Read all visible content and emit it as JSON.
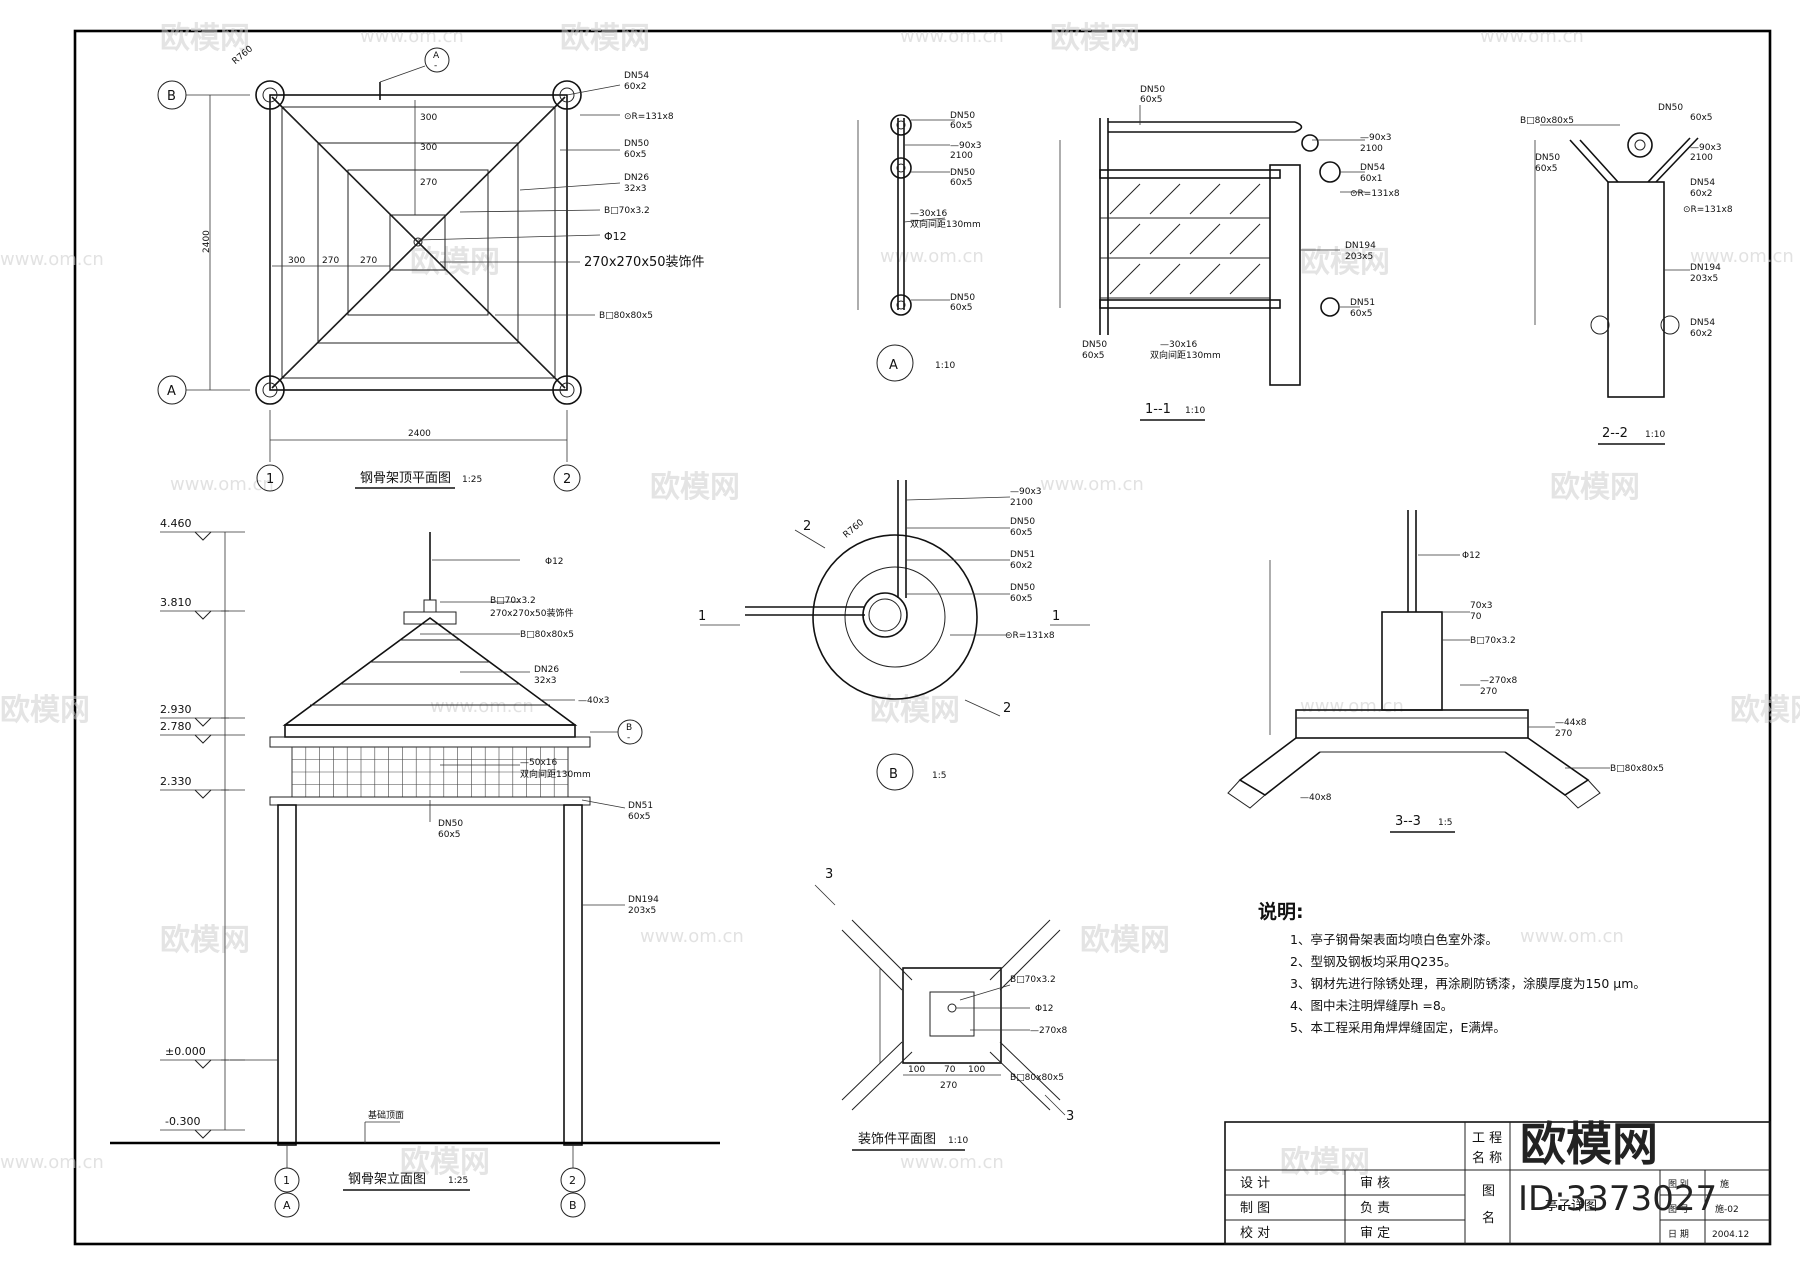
{
  "watermark": {
    "brand": "欧模网",
    "url": "www.om.cn"
  },
  "plan": {
    "title": "钢骨架顶平面图",
    "scale": "1:25",
    "axis_B": "B",
    "axis_A": "A",
    "axis_1": "1",
    "axis_2": "2",
    "label_phi": "Φ12",
    "label_ornament": "270x270x50装饰件",
    "label_r": "R760",
    "callouts": [
      "DN54\n60x2",
      "⊙R=131x8",
      "DN50\n60x5",
      "DN26\n32x3",
      "B□70x3.2",
      "B□80x80x5"
    ],
    "dims": [
      "300",
      "300",
      "270",
      "270",
      "270",
      "300",
      "2400",
      "2400"
    ]
  },
  "elevation": {
    "title": "钢骨架立面图",
    "scale": "1:25",
    "levels": [
      "4.460",
      "3.810",
      "2.930",
      "2.780",
      "2.330",
      "±0.000",
      "-0.300"
    ],
    "callouts": [
      "Φ12",
      "B□70x3.2",
      "270x270x50装饰件",
      "B□80x80x5",
      "DN26\n32x3",
      "—40x3",
      "—50x16",
      "双向间距130mm",
      "DN51\n60x5",
      "DN50\n60x5",
      "DN194\n203x5"
    ],
    "ground": "基础顶面",
    "axes": [
      "1",
      "A",
      "2",
      "B"
    ]
  },
  "detailA": {
    "label": "A",
    "scale": "1:10",
    "callouts": [
      "DN50\n60x5",
      "—90x3\n2100",
      "DN50\n60x5",
      "—30x16\n双向间距130mm",
      "DN50\n60x5"
    ]
  },
  "section11": {
    "label": "1--1",
    "scale": "1:10",
    "callouts": [
      "DN50\n60x5",
      "—90x3\n2100",
      "DN54\n60x1",
      "⊙R=131x8",
      "DN194\n203x5",
      "DN51\n60x5",
      "DN50\n60x5",
      "—30x16\n双向间距130mm"
    ]
  },
  "section22": {
    "label": "2--2",
    "scale": "1:10",
    "callouts": [
      "B□80x80x5",
      "DN50\n60x5",
      "DN50\n60x5",
      "—90x3\n2100",
      "DN54\n60x2",
      "⊙R=131x8",
      "DN194\n203x5",
      "DN54\n60x2"
    ]
  },
  "detailB": {
    "label": "B",
    "scale": "1:5",
    "callouts": [
      "—90x3\n2100",
      "DN50\n60x5",
      "DN51\n60x2",
      "DN50\n60x5",
      "⊙R=131x8"
    ],
    "marks": [
      "1",
      "1",
      "2",
      "2"
    ],
    "radius": "R760"
  },
  "section33": {
    "label": "3--3",
    "scale": "1:5",
    "callouts": [
      "Φ12",
      "70x3\n70",
      "B□70x3.2",
      "—270x8\n270",
      "—44x8\n270",
      "B□80x80x5",
      "—40x8"
    ]
  },
  "ornamentPlan": {
    "title": "装饰件平面图",
    "scale": "1:10",
    "callouts": [
      "B□70x3.2",
      "Φ12",
      "—270x8",
      "B□80x80x5"
    ],
    "dims": [
      "100",
      "70",
      "100",
      "270"
    ],
    "marks": [
      "3",
      "3"
    ]
  },
  "notes": {
    "heading": "说明:",
    "items": [
      "1、亭子钢骨架表面均喷白色室外漆。",
      "2、型钢及钢板均采用Q235。",
      "3、钢材先进行除锈处理，再涂刷防锈漆，涂膜厚度为150 μm。",
      "4、图中未注明焊缝厚h =8。",
      "5、本工程采用角焊焊缝固定，E满焊。"
    ]
  },
  "titleblock": {
    "project_lbl1": "工 程",
    "project_lbl2": "名 称",
    "row1": [
      "设 计",
      "审 核"
    ],
    "row2": [
      "制 图",
      "负 责"
    ],
    "row3": [
      "校 对",
      "审 定"
    ],
    "drawing_lbl1": "图",
    "drawing_lbl2": "名",
    "drawing_name": "亭子详图",
    "right": [
      "图 别",
      "图 号",
      "日 期"
    ],
    "right_vals": [
      "施",
      "施-02",
      "2004.12"
    ]
  },
  "brand_overlay": {
    "name": "欧模网",
    "id": "ID:3373027"
  }
}
